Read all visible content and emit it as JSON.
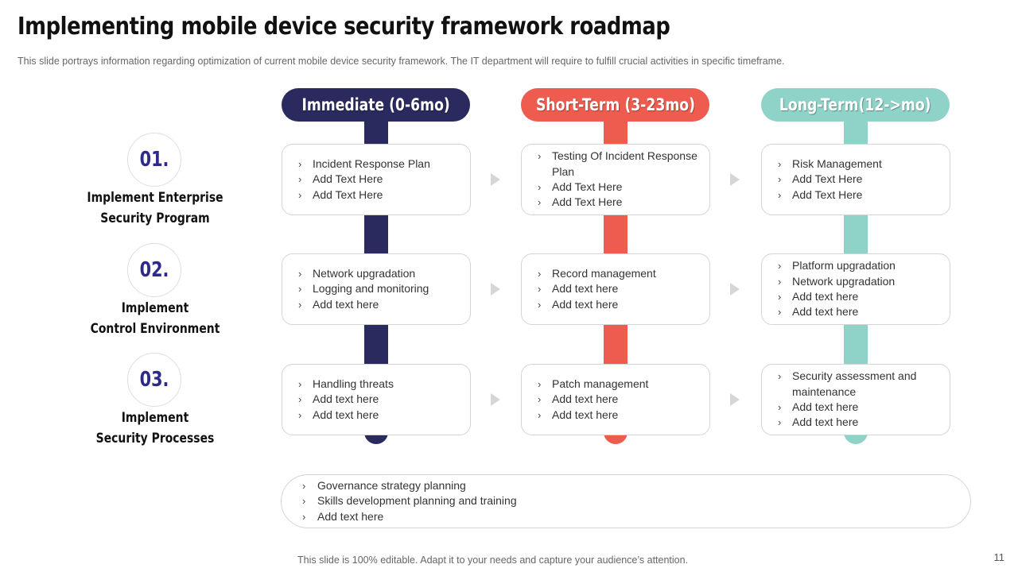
{
  "title": "Implementing mobile device security framework roadmap",
  "subtitle": "This slide portrays information regarding optimization of current mobile device security framework. The IT department will require to fulfill crucial activities in specific timeframe.",
  "bullet_glyph": "›",
  "colors": {
    "immediate": "#2b2a5e",
    "short_term": "#ee5c4f",
    "long_term": "#8fd3c8",
    "number": "#2e2a8c"
  },
  "steps": [
    {
      "number": "01.",
      "label_line1": "Implement Enterprise",
      "label_line2": "Security Program"
    },
    {
      "number": "02.",
      "label_line1": "Implement",
      "label_line2": "Control Environment"
    },
    {
      "number": "03.",
      "label_line1": "Implement",
      "label_line2": "Security Processes"
    }
  ],
  "columns": [
    {
      "header": "Immediate (0-6mo)",
      "cards": [
        [
          "Incident Response Plan",
          "Add Text Here",
          "Add Text Here"
        ],
        [
          "Network upgradation",
          "Logging and monitoring",
          "Add text here"
        ],
        [
          "Handling threats",
          "Add text here",
          "Add text here"
        ]
      ]
    },
    {
      "header": "Short-Term (3-23mo)",
      "cards": [
        [
          "Testing Of Incident Response Plan",
          "Add Text Here",
          "Add Text Here"
        ],
        [
          "Record management",
          "Add text here",
          "Add text here"
        ],
        [
          "Patch management",
          "Add text here",
          "Add text here"
        ]
      ]
    },
    {
      "header": "Long-Term(12->mo)",
      "cards": [
        [
          "Risk Management",
          "Add Text Here",
          "Add Text Here"
        ],
        [
          "Platform upgradation",
          "Network upgradation",
          "Add text here",
          "Add text here"
        ],
        [
          "Security assessment and maintenance",
          "Add text here",
          "Add text here"
        ]
      ]
    }
  ],
  "bottom_items": [
    "Governance strategy planning",
    "Skills development planning and training",
    "Add text here"
  ],
  "footer": "This slide is 100% editable. Adapt it to your needs and capture your audience’s attention.",
  "page_number": "11"
}
